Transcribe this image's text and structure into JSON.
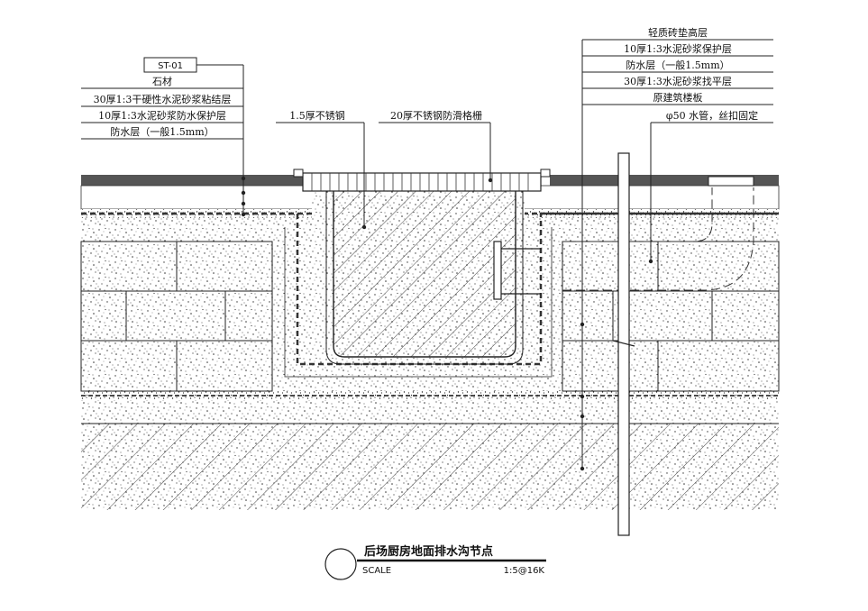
{
  "labels_left": {
    "tag": "ST-01",
    "layer_1": "石材",
    "layer_2": "30厚1:3干硬性水泥砂浆粘结层",
    "layer_3": "10厚1:3水泥砂浆防水保护层",
    "layer_4": "防水层（一般1.5mm）"
  },
  "labels_center": {
    "steel": "1.5厚不锈钢",
    "grating": "20厚不锈钢防滑格栅"
  },
  "labels_right": {
    "layer_1": "轻质砖垫高层",
    "layer_2": "10厚1:3水泥砂浆保护层",
    "layer_3": "防水层（一般1.5mm）",
    "layer_4": "30厚1:3水泥砂浆找平层",
    "layer_5": "原建筑楼板",
    "pipe": "φ50 水管，丝扣固定"
  },
  "title_block": {
    "title": "后场厨房地面排水沟节点",
    "scale_label": "SCALE",
    "scale_value": "1:5@16K"
  },
  "colors": {
    "line": "#222222",
    "stone": "#444444",
    "background": "#ffffff"
  }
}
